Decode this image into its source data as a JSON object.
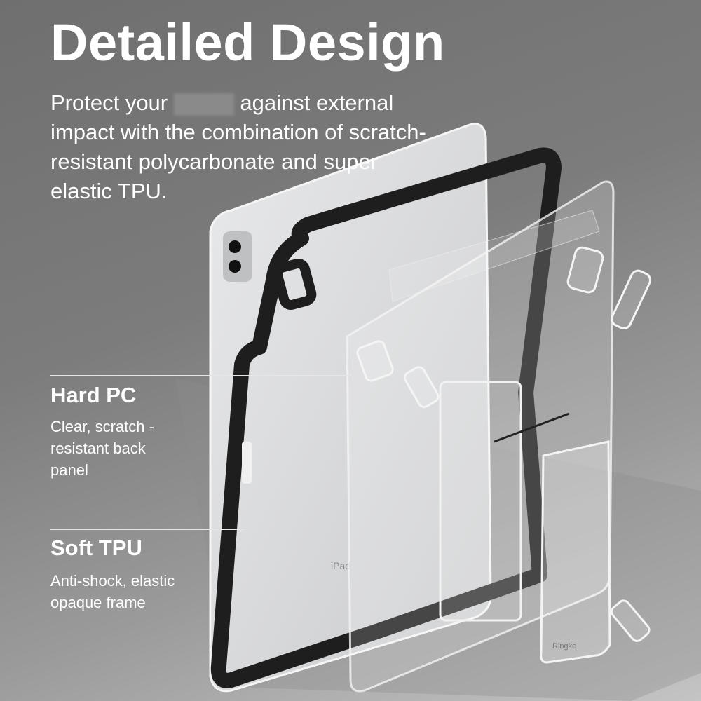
{
  "header": {
    "title": "Detailed Design",
    "intro_before": "Protect your",
    "intro_after": "against external impact with the combination of scratch-resistant polycarbonate and super elastic TPU."
  },
  "features": [
    {
      "title": "Hard PC",
      "description": "Clear, scratch - resistant back panel"
    },
    {
      "title": "Soft TPU",
      "description": "Anti-shock, elastic opaque frame"
    }
  ],
  "product_markings": {
    "tablet_logo": "iPad",
    "case_logo": "Ringke"
  },
  "colors": {
    "frame": "#1e1e1e",
    "tablet": "#d9dadc",
    "text": "#ffffff"
  }
}
